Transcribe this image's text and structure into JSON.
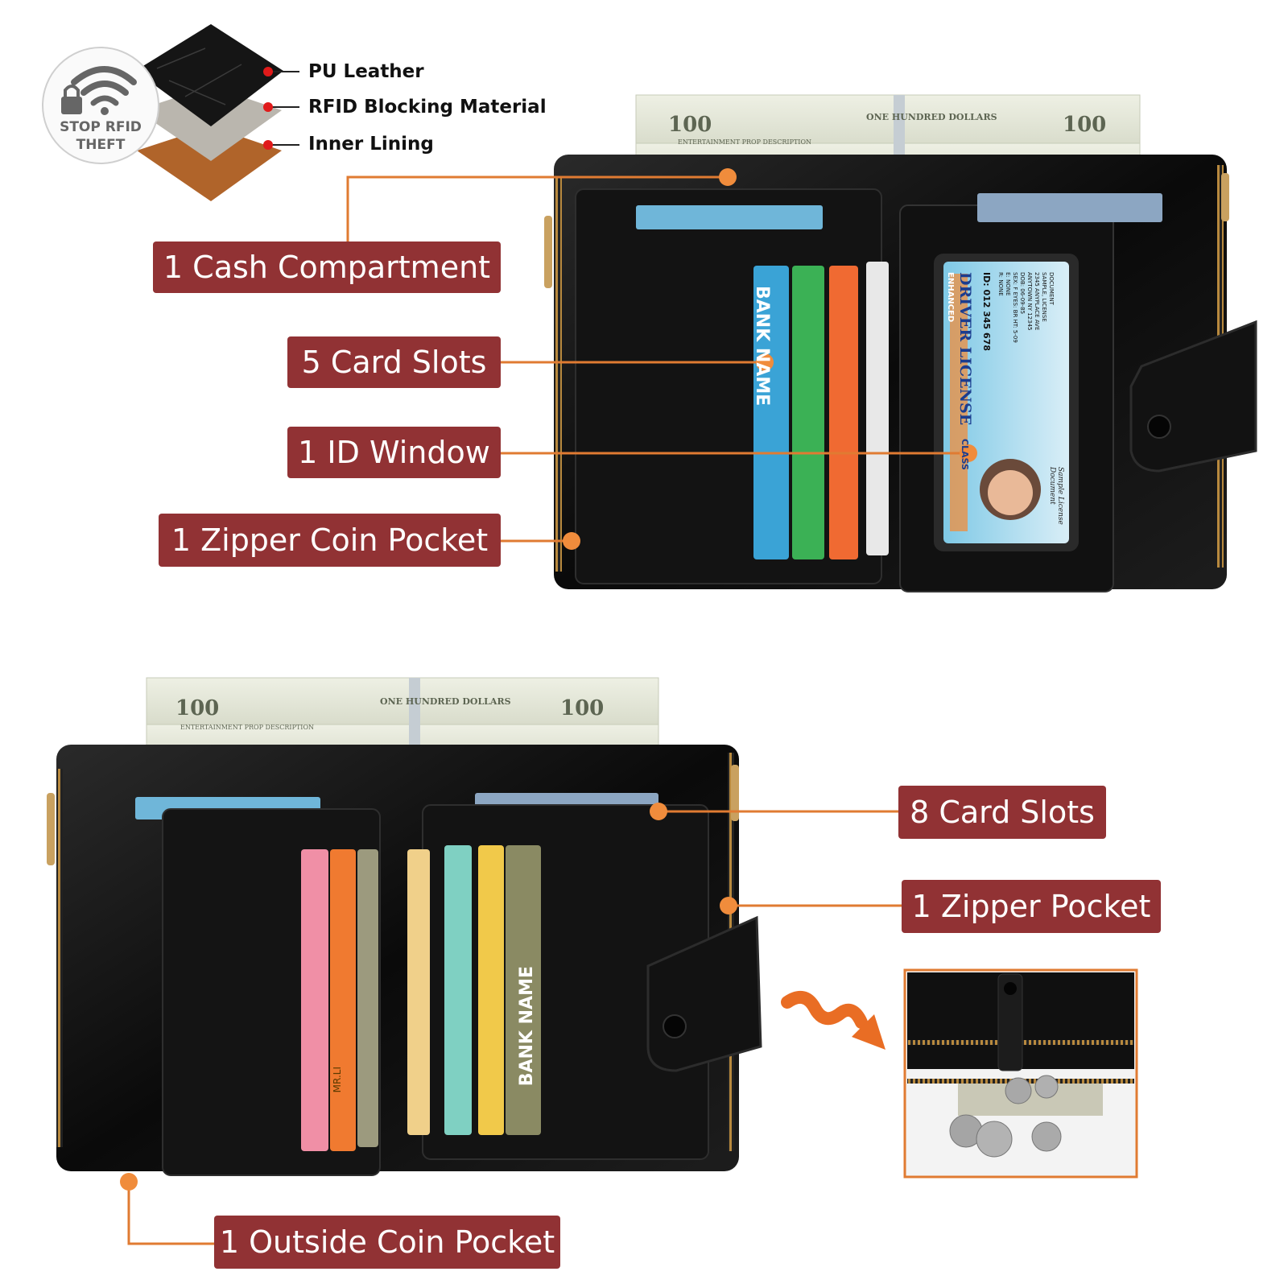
{
  "badge": {
    "line1": "STOP RFID",
    "line2": "THEFT",
    "icon": "lock-wifi-icon"
  },
  "layers": [
    {
      "name": "PU Leather",
      "color": "#151515"
    },
    {
      "name": "RFID Blocking Material",
      "color": "#b9b5ad"
    },
    {
      "name": "Inner Lining",
      "color": "#b0642a"
    }
  ],
  "banknote": {
    "denomination": "100",
    "text": "ONE HUNDRED DOLLARS",
    "caption": "ENTERTAINMENT PROP DESCRIPTION"
  },
  "id_card": {
    "title": "DRIVER LICENSE",
    "band": "ENHANCED",
    "class": "CLASS",
    "number": "ID: 012 345 678",
    "lines": [
      "DOCUMENT",
      "SAMPLE, LICENSE",
      "2345 ANYPLACE AVE",
      "ANYTOWN NY 12345",
      "DOB:  06-09-85",
      "SEX: F  EYES: BR  HT: 5-09",
      "E: NONE",
      "R: NONE"
    ],
    "signature": "Sample License Document"
  },
  "card_text": {
    "bank_name": "BANK NAME",
    "mr": "MR.LI"
  },
  "features_top": [
    {
      "text": "1 Cash Compartment"
    },
    {
      "text": "5 Card Slots"
    },
    {
      "text": "1 ID Window"
    },
    {
      "text": "1 Zipper Coin Pocket"
    }
  ],
  "features_bottom": [
    {
      "text": "8 Card Slots"
    },
    {
      "text": "1 Zipper Pocket"
    },
    {
      "text": "1 Outside Coin Pocket"
    }
  ],
  "colors": {
    "label_bg": "#913234",
    "leader": "#e07b32",
    "dot": "#f08c3c",
    "leather": "#0d0d0d",
    "zipper": "#b8893e"
  }
}
